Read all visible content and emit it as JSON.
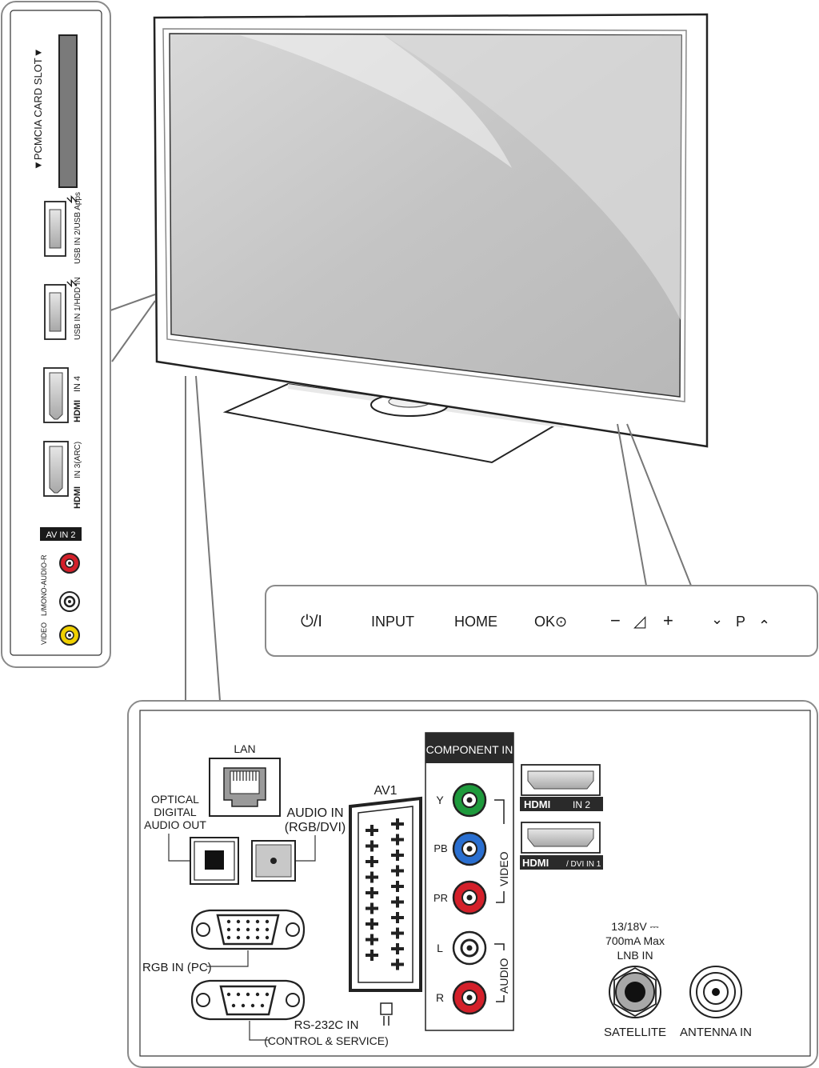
{
  "side_panel": {
    "pcmcia_label": "▼PCMCIA CARD SLOT▼",
    "usb2_label": "USB IN 2/USB Apps",
    "usb1_label": "USB IN 1/HDD IN",
    "hdmi4_logo": "HDMI",
    "hdmi4_label": "IN 4",
    "hdmi3_logo": "HDMI",
    "hdmi3_label": "IN 3(ARC)",
    "av_in2_label": "AV IN 2",
    "audio_label": "L/MONO-AUDIO-R",
    "video_label": "VIDEO"
  },
  "button_panel": {
    "power": "⏻/I",
    "input": "INPUT",
    "home": "HOME",
    "ok": "OK⊙",
    "vol_minus": "−",
    "vol_icon": "◿",
    "vol_plus": "+",
    "ch_down": "⌄",
    "ch_label": "P",
    "ch_up": "⌃"
  },
  "rear_panel": {
    "lan": "LAN",
    "optical_line1": "OPTICAL",
    "optical_line2": "DIGITAL",
    "optical_line3": "AUDIO OUT",
    "audio_in_line1": "AUDIO IN",
    "audio_in_line2": "(RGB/DVI)",
    "av1": "AV1",
    "component_in": "COMPONENT IN",
    "y": "Y",
    "pb": "PB",
    "pr": "PR",
    "l": "L",
    "r": "R",
    "video": "VIDEO",
    "audio": "AUDIO",
    "hdmi2_logo": "HDMI",
    "hdmi2_label": "IN 2",
    "hdmi1_logo": "HDMI",
    "hdmi1_label": "/ DVI IN 1",
    "rgb_in": "RGB IN (PC)",
    "rs232_line1": "RS-232C IN",
    "rs232_line2": "(CONTROL & SERVICE)",
    "lnb_line1": "13/18V ⎓",
    "lnb_line2": "700mA Max",
    "lnb_line3": "LNB IN",
    "satellite": "SATELLITE",
    "antenna": "ANTENNA IN"
  },
  "colors": {
    "green": "#1e9a3c",
    "blue": "#2a6fd0",
    "red": "#d4202a",
    "yellow": "#f0d000",
    "slot_gray": "#7a7a7a"
  }
}
